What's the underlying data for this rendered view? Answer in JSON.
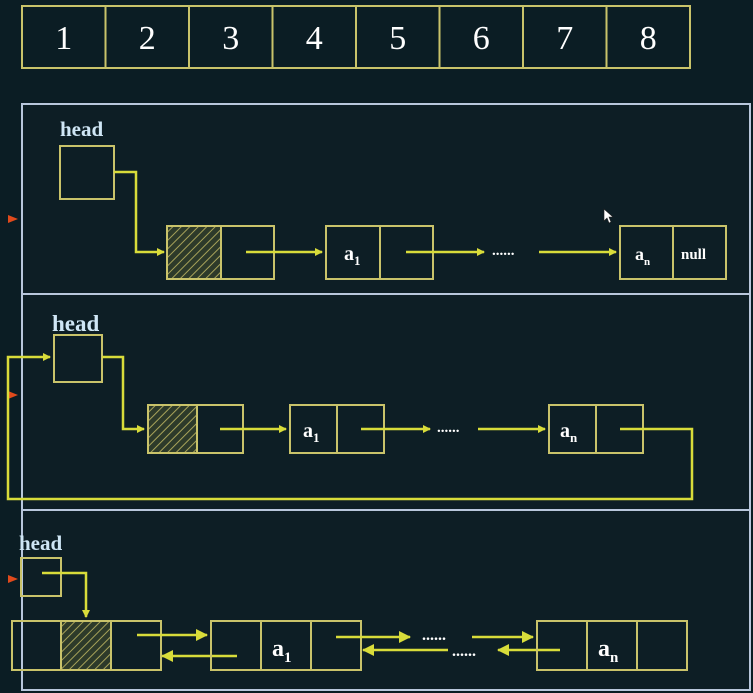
{
  "index_strip": {
    "cells": [
      "1",
      "2",
      "3",
      "4",
      "5",
      "6",
      "7",
      "8"
    ]
  },
  "singly_linked_list": {
    "head_label": "head",
    "first_value": "a",
    "first_sub": "1",
    "ellipsis": "......",
    "last_value": "a",
    "last_sub": "n",
    "null_label": "null"
  },
  "circular_linked_list": {
    "head_label": "head",
    "first_value": "a",
    "first_sub": "1",
    "ellipsis": "......",
    "last_value": "a",
    "last_sub": "n"
  },
  "doubly_linked_list": {
    "head_label": "head",
    "first_value": "a",
    "first_sub": "1",
    "ellipsis_top": "......",
    "ellipsis_bottom": "......",
    "last_value": "a",
    "last_sub": "n"
  },
  "colors": {
    "background": "#0b1d24",
    "cell_border": "#c9c36a",
    "arrow": "#d8dc3a",
    "panel_border": "#b8c7dc",
    "head_label": "#cfe6f5",
    "slide_marker": "#e04a1c"
  }
}
